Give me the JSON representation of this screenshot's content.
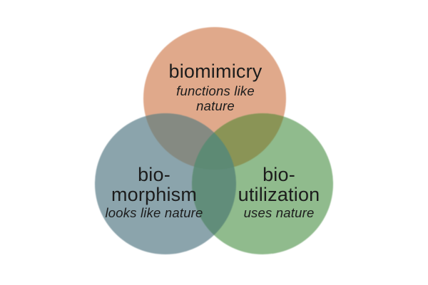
{
  "diagram": {
    "type": "venn",
    "background": "#ffffff",
    "text_color": "#1c1c1c",
    "circles": {
      "top": {
        "label": "biomimicry",
        "subtitle_lines": [
          "functions like",
          "nature"
        ],
        "color": "#e0a98b"
      },
      "bottom_left": {
        "label_lines": [
          "bio-",
          "morphism"
        ],
        "subtitle_lines": [
          "looks like nature"
        ],
        "color": "#8ba4ac"
      },
      "bottom_right": {
        "label_lines": [
          "bio-",
          "utilization"
        ],
        "subtitle_lines": [
          "uses nature"
        ],
        "color": "#90bb8d"
      }
    },
    "overlaps": {
      "top_and_left": "#858a82",
      "top_and_right": "#8a9456",
      "left_and_right": "#618d7a",
      "center": "#5d8a74"
    }
  }
}
